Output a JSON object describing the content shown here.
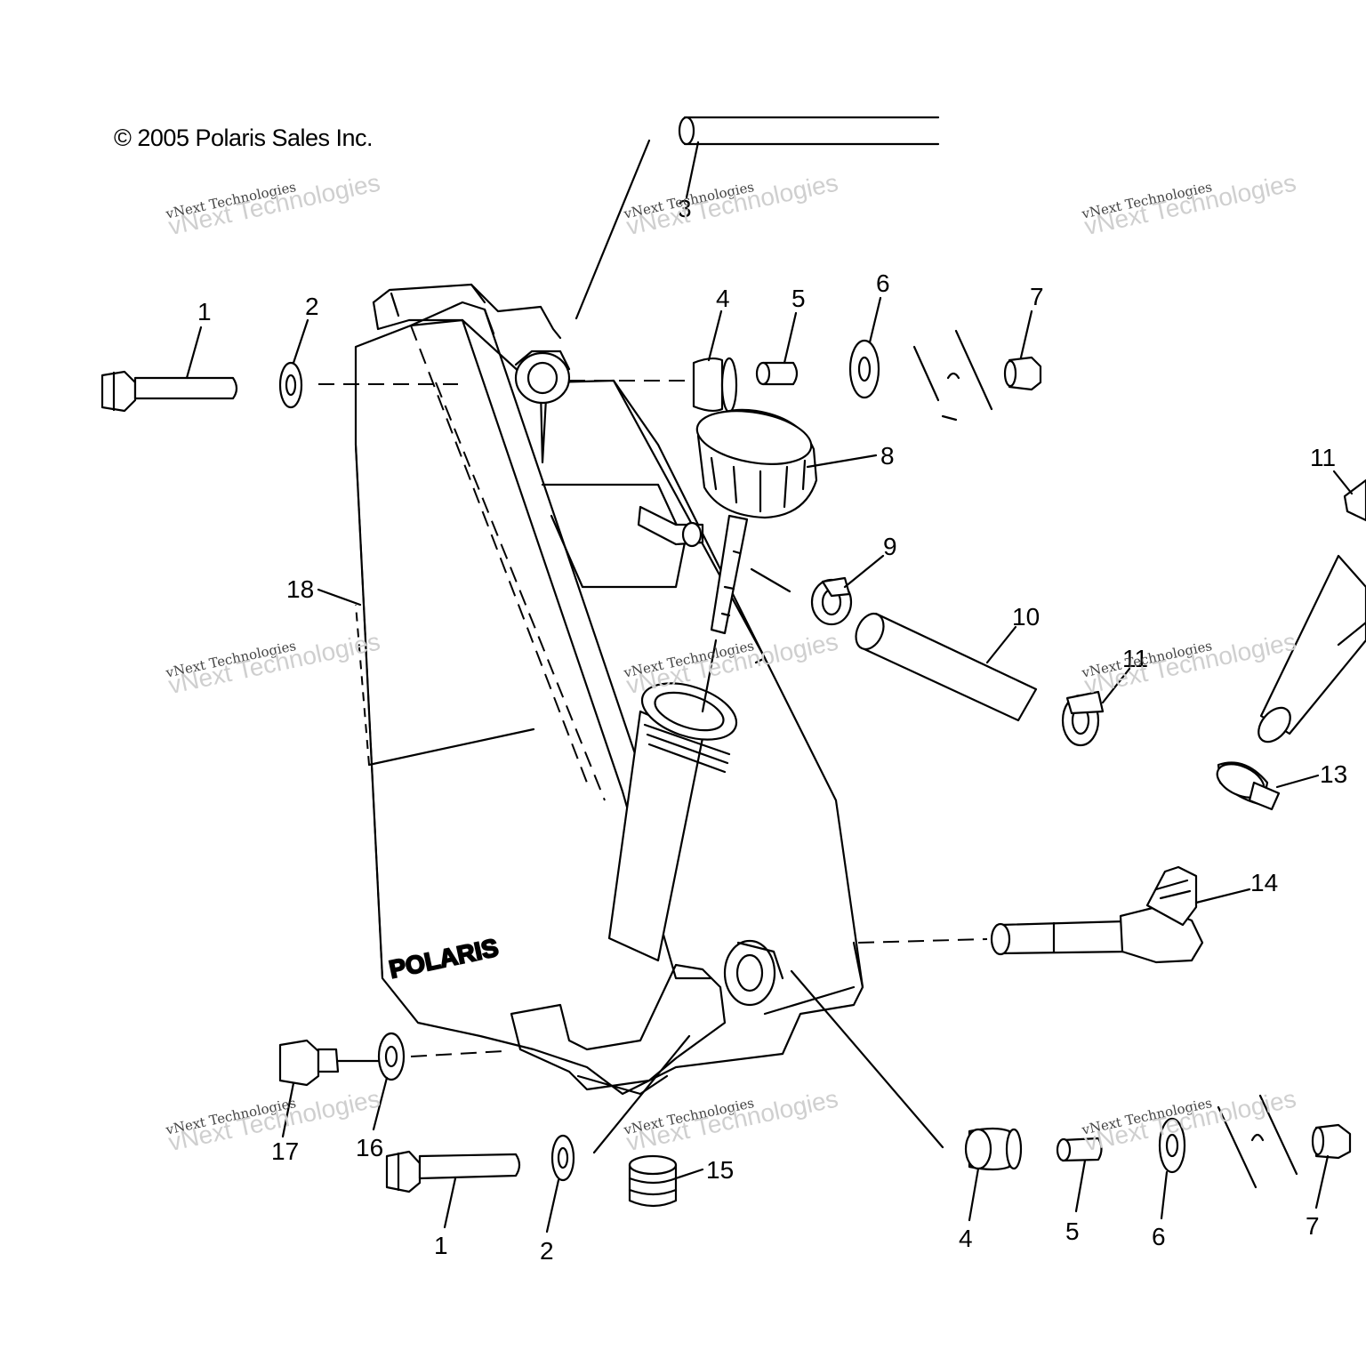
{
  "copyright": "© 2005 Polaris Sales Inc.",
  "brand_logo_text": "POLARIS",
  "watermark": {
    "line1": "vNext Technologies",
    "line2": "vNext Technologies"
  },
  "callouts": [
    "1",
    "2",
    "3",
    "4",
    "5",
    "6",
    "7",
    "8",
    "9",
    "10",
    "11",
    "11",
    "13",
    "14",
    "15",
    "16",
    "17",
    "18",
    "1",
    "2",
    "4",
    "5",
    "6",
    "7"
  ],
  "part_numbers": {
    "p1_top": "1",
    "p2_top": "2",
    "p3": "3",
    "p4_top": "4",
    "p5_top": "5",
    "p6_top": "6",
    "p7_top": "7",
    "p8": "8",
    "p9": "9",
    "p10": "10",
    "p11_mid": "11",
    "p11_right": "11",
    "p13": "13",
    "p14": "14",
    "p15": "15",
    "p16": "16",
    "p17": "17",
    "p18": "18",
    "p1_bot": "1",
    "p2_bot": "2",
    "p4_bot": "4",
    "p5_bot": "5",
    "p6_bot": "6",
    "p7_bot": "7"
  }
}
